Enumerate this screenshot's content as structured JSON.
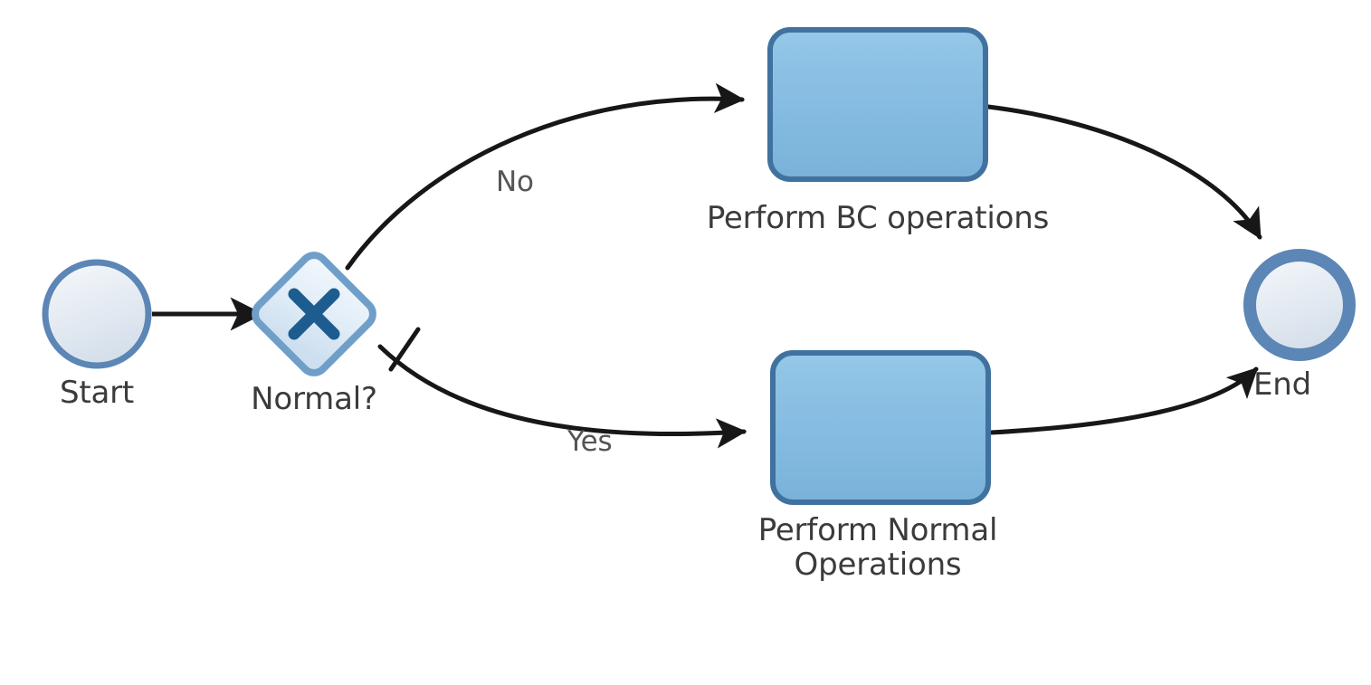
{
  "diagram": {
    "type": "bpmn-process-flow",
    "background_color": "#ffffff",
    "orientation": "left-to-right"
  },
  "palette": {
    "event_fill_top": "#f2f6fa",
    "event_fill_bottom": "#dbe4ee",
    "event_stroke": "#5b86b5",
    "gateway_fill_top": "#eef5fc",
    "gateway_fill_bottom": "#cfe0f0",
    "gateway_stroke": "#6f9fc9",
    "gateway_marker": "#1d5c8f",
    "task_fill_top": "#8fc3e6",
    "task_fill_bottom": "#7bb4db",
    "task_stroke": "#41729f",
    "connector": "#171717",
    "label_text": "#3b3b3b",
    "edge_label_text": "#555555"
  },
  "nodes": [
    {
      "id": "start",
      "kind": "start-event",
      "label": "Start",
      "shape": "circle"
    },
    {
      "id": "gateway",
      "kind": "exclusive-gateway",
      "label": "Normal?",
      "shape": "diamond",
      "marker": "X"
    },
    {
      "id": "task-bc",
      "kind": "task",
      "label": "Perform BC operations",
      "shape": "rounded-rectangle"
    },
    {
      "id": "task-normal",
      "kind": "task",
      "label": "Perform Normal\nOperations",
      "shape": "rounded-rectangle"
    },
    {
      "id": "end",
      "kind": "end-event",
      "label": "End",
      "shape": "circle-thick"
    }
  ],
  "edges": [
    {
      "id": "e1",
      "from": "start",
      "to": "gateway",
      "label": ""
    },
    {
      "id": "e2",
      "from": "gateway",
      "to": "task-bc",
      "label": "No"
    },
    {
      "id": "e3",
      "from": "gateway",
      "to": "task-normal",
      "label": "Yes",
      "default_flow": true
    },
    {
      "id": "e4",
      "from": "task-bc",
      "to": "end",
      "label": ""
    },
    {
      "id": "e5",
      "from": "task-normal",
      "to": "end",
      "label": ""
    }
  ]
}
